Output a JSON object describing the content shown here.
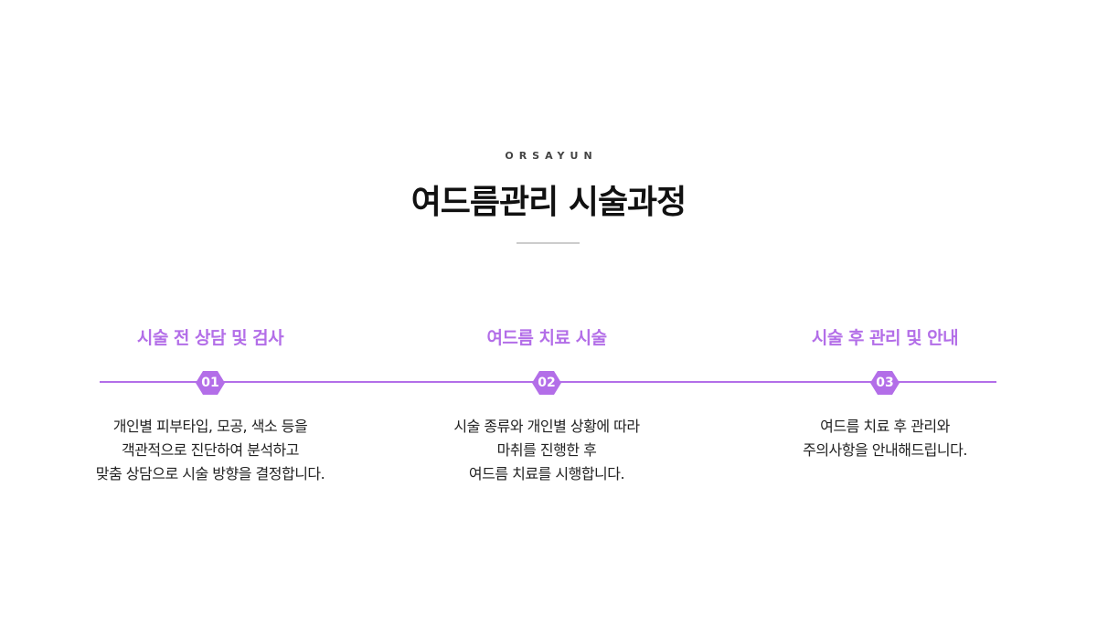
{
  "header": {
    "eyebrow": "ORSAYUN",
    "title": "여드름관리 시술과정"
  },
  "accent_color": "#b36ee8",
  "steps": [
    {
      "number": "01",
      "title": "시술 전 상담 및 검사",
      "description": "개인별 피부타입, 모공, 색소 등을\n객관적으로 진단하여 분석하고\n맞춤 상담으로 시술 방향을 결정합니다."
    },
    {
      "number": "02",
      "title": "여드름 치료 시술",
      "description": "시술 종류와 개인별 상황에 따라\n마취를 진행한 후\n여드름 치료를 시행합니다."
    },
    {
      "number": "03",
      "title": "시술 후 관리 및 안내",
      "description": "여드름 치료 후 관리와\n주의사항을 안내해드립니다."
    }
  ]
}
